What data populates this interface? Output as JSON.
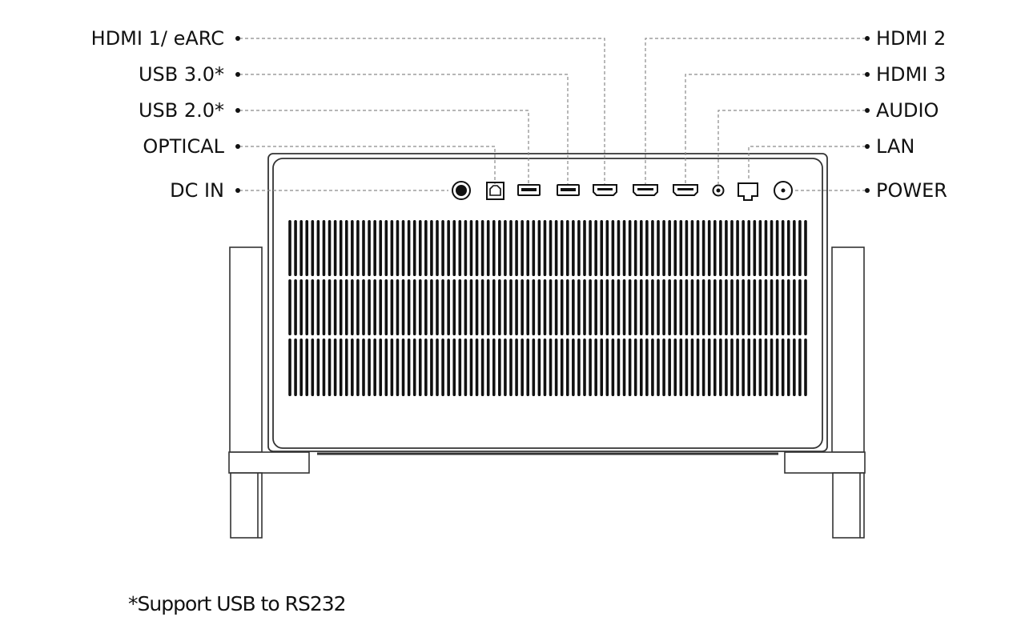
{
  "labels": {
    "hdmi1": "HDMI 1/ eARC",
    "usb3": "USB 3.0*",
    "usb2": "USB 2.0*",
    "optical": "OPTICAL",
    "dcin": "DC IN",
    "hdmi2": "HDMI 2",
    "hdmi3": "HDMI 3",
    "audio": "AUDIO",
    "lan": "LAN",
    "power": "POWER"
  },
  "footnote": "*Support USB to RS232",
  "icons": {
    "dc-in": "dc-barrel-jack-icon",
    "optical": "optical-toslink-port-icon",
    "usb2": "usb-port-icon",
    "usb3": "usb-port-icon",
    "hdmi": "hdmi-port-icon",
    "audio": "audio-jack-icon",
    "lan": "ethernet-port-icon",
    "power": "power-button-icon"
  },
  "colors": {
    "line": "#111111",
    "leader": "#8a8a8a",
    "background": "#ffffff"
  }
}
